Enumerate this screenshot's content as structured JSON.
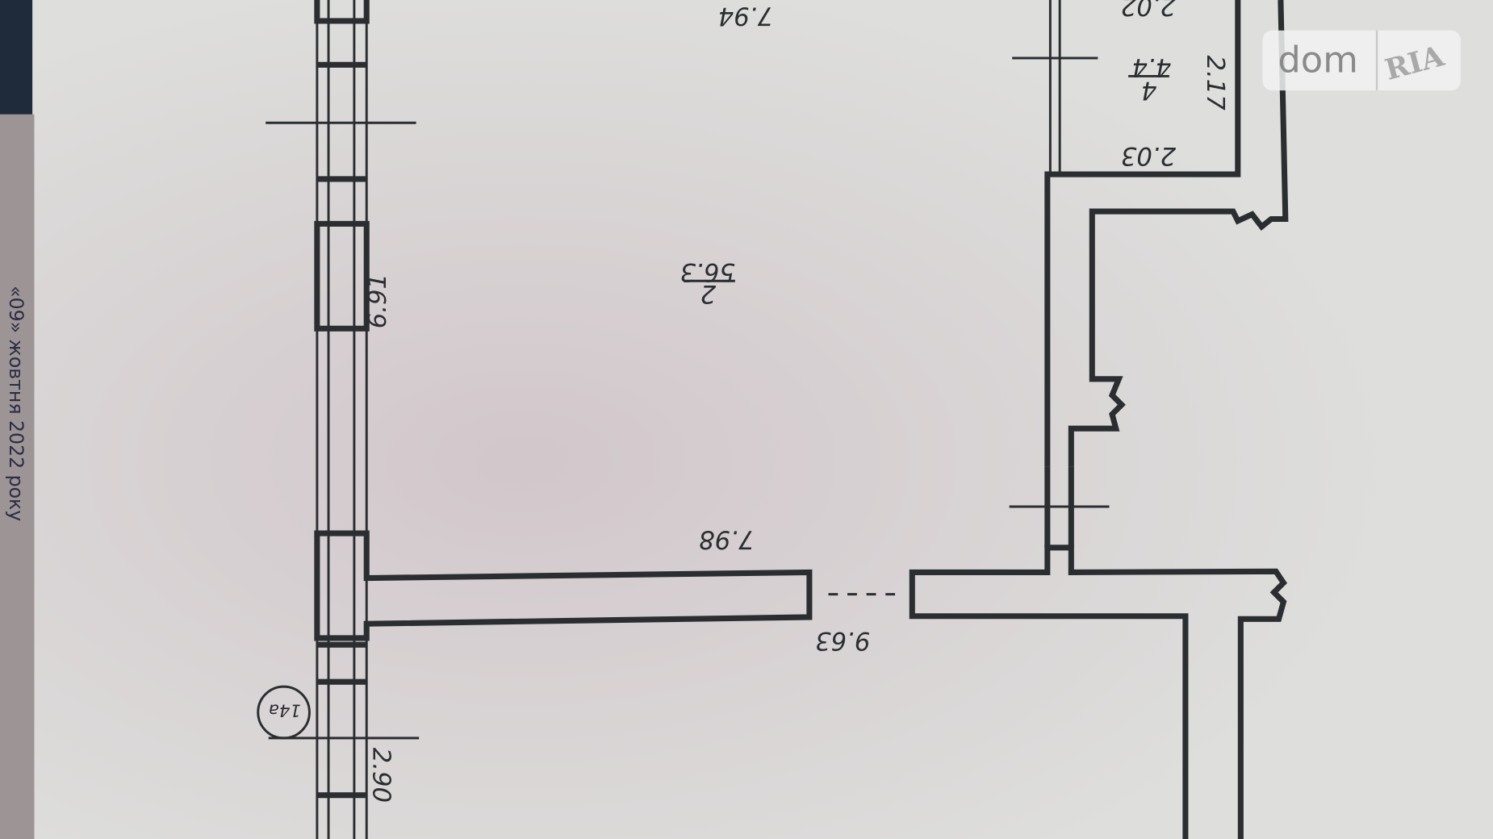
{
  "plan": {
    "dimensions": {
      "top_room_width": "7.94",
      "small_room_top": "2.02",
      "small_room_side": "2.17",
      "small_room_bottom": "2.03",
      "left_wall_length": "6.91",
      "partition_length": "7.98",
      "lower_width": "9.63",
      "lower_left_wall": "2.90"
    },
    "rooms": [
      {
        "number": "2",
        "area": "56.3"
      },
      {
        "number": "4",
        "area": "4.4"
      }
    ],
    "marker": "14a",
    "edge_stamp": "«09» жовтня 2022 року"
  },
  "watermark": {
    "left": "dom",
    "right": "RIA"
  },
  "colors": {
    "paper": "#dcdcda",
    "ink": "#2b2e31",
    "binder": "#1f2a3a"
  }
}
